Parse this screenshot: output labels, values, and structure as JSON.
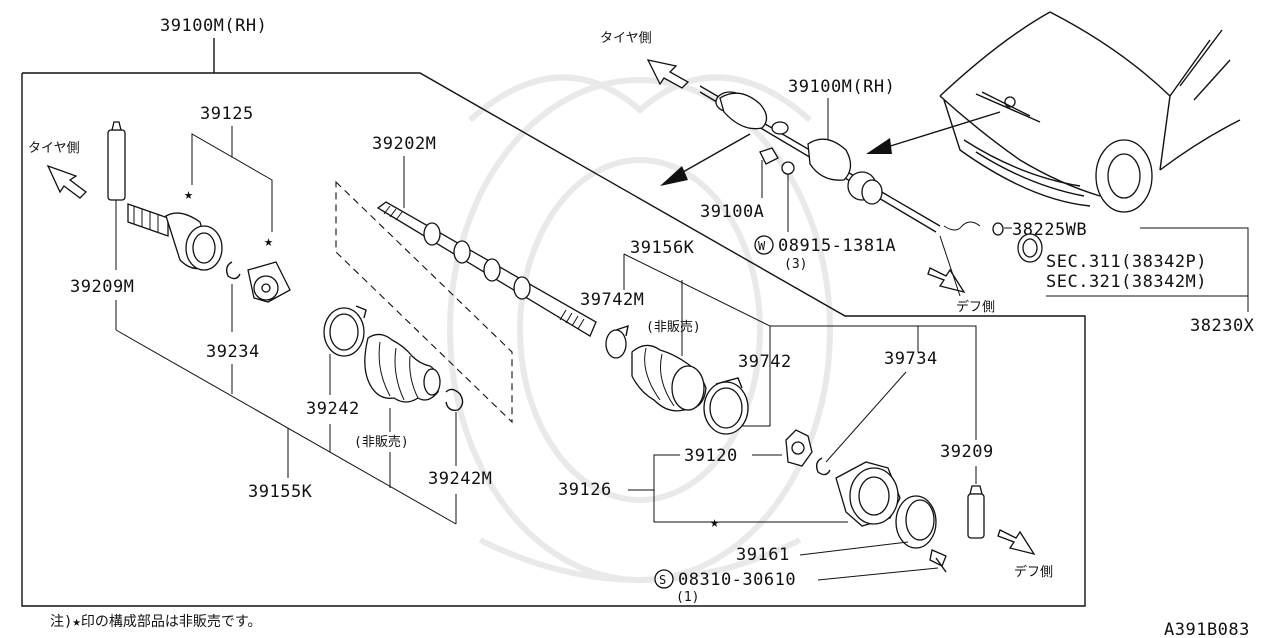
{
  "diagram": {
    "assembly_label": "39100M(RH)",
    "parts": {
      "p39125": "39125",
      "p39209m": "39209M",
      "p39234": "39234",
      "p39242": "39242",
      "p39242m": "39242M",
      "p39155k": "39155K",
      "p39202m": "39202M",
      "p39156k": "39156K",
      "p39742m": "39742M",
      "p39742": "39742",
      "p39734": "39734",
      "p39120": "39120",
      "p39126": "39126",
      "p39209": "39209",
      "p39161": "39161",
      "p39100a": "39100A",
      "p38225wb": "38225WB",
      "p38230x": "38230X",
      "inset_assembly": "39100M(RH)"
    },
    "fasteners": {
      "w_symbol": "W",
      "w_part": "08915-1381A",
      "w_qty": "(3)",
      "s_symbol": "S",
      "s_part": "08310-30610",
      "s_qty": "(1)"
    },
    "sections": {
      "sec311": "SEC.311(38342P)",
      "sec321": "SEC.321(38342M)"
    },
    "directions": {
      "tire_side_left": "タイヤ側",
      "tire_side_top": "タイヤ側",
      "diff_side_mid": "デフ側",
      "diff_side_bottom": "デフ側"
    },
    "not_sold_1": "(非販売)",
    "not_sold_2": "(非販売)",
    "star": "★",
    "footnote": "注)★印の構成部品は非販売です。",
    "figure_code": "A391B083"
  }
}
